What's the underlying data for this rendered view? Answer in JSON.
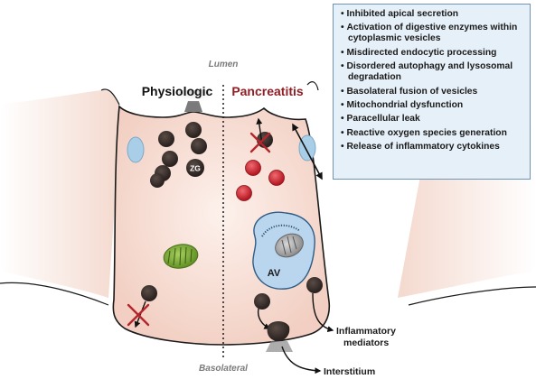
{
  "labels": {
    "lumen": "Lumen",
    "basolateral": "Basolateral",
    "physiologic": "Physiologic",
    "pancreatitis": "Pancreatitis",
    "zg": "ZG",
    "av": "AV",
    "inflammatory_line1": "Inflammatory",
    "inflammatory_line2": "mediators",
    "interstitium": "Interstitium"
  },
  "info_items": [
    "Inhibited apical secretion",
    "Activation of digestive enzymes within cytoplasmic vesicles",
    "Misdirected endocytic processing",
    "Disordered autophagy and lysosomal degradation",
    "Basolateral fusion of vesicles",
    "Mitochondrial dysfunction",
    "Paracellular leak",
    "Reactive oxygen species generation",
    "Release of inflammatory cytokines"
  ],
  "colors": {
    "cell_fill": "#f8e4dc",
    "cell_outline": "#1a1a1a",
    "granule": "#3a302c",
    "activated_vesicle": "#c8202e",
    "mitochondrion": "#7aa83a",
    "autophagic_vacuole": "#b9d6ee",
    "tight_junction": "#a9cfe8",
    "pancreatitis_title": "#8f1f24",
    "cross_mark": "#b5252c",
    "info_box_fill": "#e6f0f8",
    "info_box_border": "#6f93b0"
  }
}
